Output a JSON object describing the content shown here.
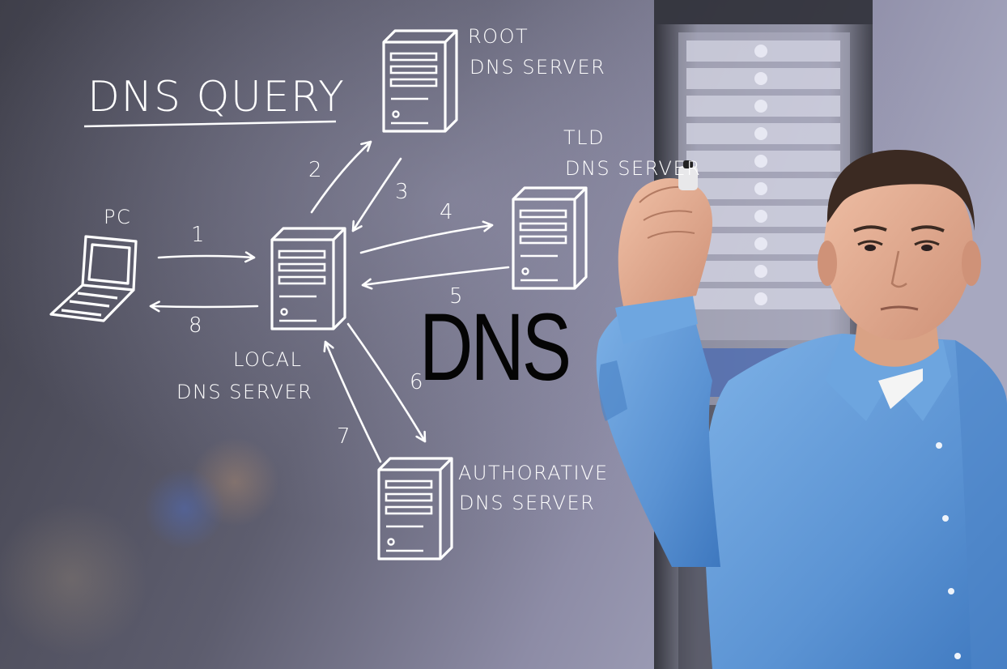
{
  "diagram": {
    "title": "DNS QUERY",
    "overlay_text": "DNS",
    "nodes": {
      "pc": {
        "label": [
          "PC"
        ]
      },
      "local": {
        "label": [
          "LOCAL",
          "DNS SERVER"
        ]
      },
      "root": {
        "label": [
          "ROOT",
          "DNS SERVER"
        ]
      },
      "tld": {
        "label": [
          "TLD",
          "DNS SERVER"
        ]
      },
      "authoritative": {
        "label": [
          "AUTHORATIVE",
          "DNS SERVER"
        ]
      }
    },
    "edges": [
      {
        "from": "pc",
        "to": "local",
        "label": "1"
      },
      {
        "from": "local",
        "to": "root",
        "label": "2"
      },
      {
        "from": "root",
        "to": "local",
        "label": "3"
      },
      {
        "from": "local",
        "to": "tld",
        "label": "4"
      },
      {
        "from": "tld",
        "to": "local",
        "label": "5"
      },
      {
        "from": "local",
        "to": "authoritative",
        "label": "6"
      },
      {
        "from": "authoritative",
        "to": "local",
        "label": "7"
      },
      {
        "from": "local",
        "to": "pc",
        "label": "8"
      }
    ]
  },
  "colors": {
    "background_dark": "#4a4a56",
    "background_light": "#9a9ab4",
    "chalk": "#ffffff",
    "shirt": "#6fa3dc",
    "skin": "#e4ae94"
  },
  "icons": [
    "laptop-icon",
    "server-icon"
  ]
}
